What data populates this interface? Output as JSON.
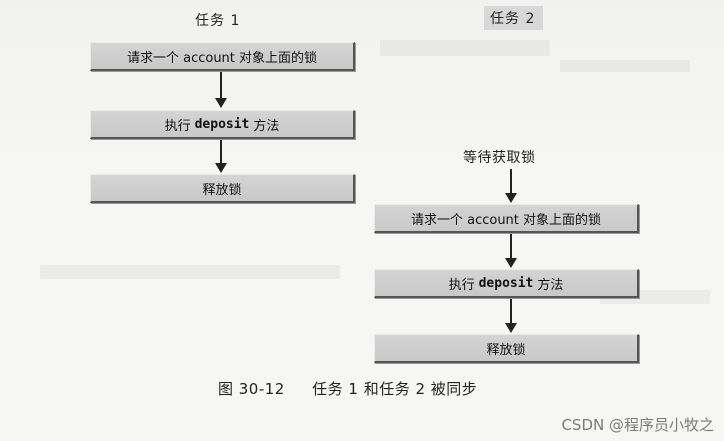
{
  "task1": {
    "label": "任务 1",
    "steps": [
      {
        "text_before": "请求一个 account 对象上面的锁",
        "code": "",
        "text_after": ""
      },
      {
        "text_before": "执行",
        "code": "deposit",
        "text_after": "方法"
      },
      {
        "text_before": "释放锁",
        "code": "",
        "text_after": ""
      }
    ]
  },
  "task2": {
    "label": "任务 2",
    "wait_label": "等待获取锁",
    "steps": [
      {
        "text_before": "请求一个 account 对象上面的锁",
        "code": "",
        "text_after": ""
      },
      {
        "text_before": "执行",
        "code": "deposit",
        "text_after": "方法"
      },
      {
        "text_before": "释放锁",
        "code": "",
        "text_after": ""
      }
    ]
  },
  "caption": {
    "figure_number": "图 30-12",
    "text": "任务 1 和任务 2 被同步"
  },
  "watermark": "CSDN @程序员小牧之"
}
